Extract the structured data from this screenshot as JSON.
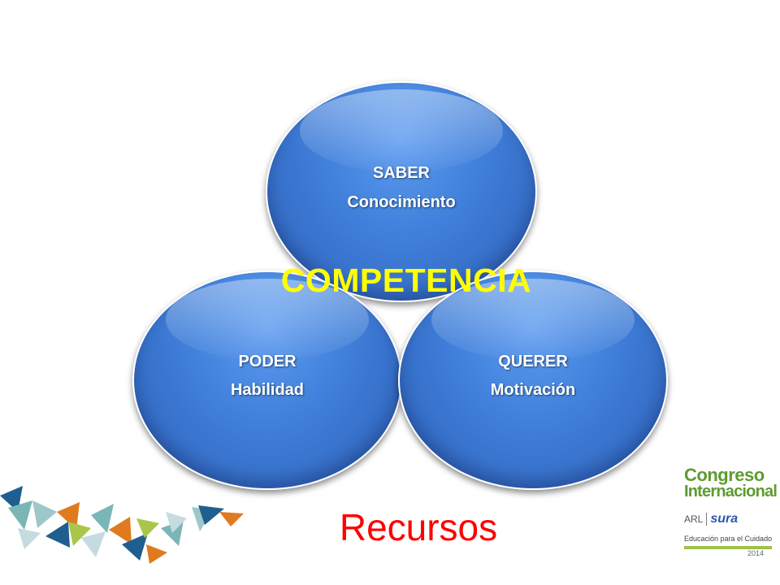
{
  "circles": {
    "saber": {
      "title": "SABER",
      "subtitle": "Conocimiento"
    },
    "poder": {
      "title": "PODER",
      "subtitle": "Habilidad"
    },
    "querer": {
      "title": "QUERER",
      "subtitle": "Motivación"
    }
  },
  "center_label": "COMPETENCIA",
  "bottom_label": "Recursos",
  "logo": {
    "line1": "Congreso",
    "line2": "Internacional",
    "arl": "ARL",
    "sura": "sura",
    "tagline": "Educación para el Cuidado",
    "year": "2014"
  },
  "colors": {
    "circle_blue": "#3f7ed9",
    "center_label": "#ffff00",
    "bottom_label": "#ff0000",
    "logo_green": "#5d9b2f",
    "pattern_blue": "#1f5f8f",
    "pattern_teal": "#7ab6b6",
    "pattern_orange": "#e07a1e",
    "pattern_lime": "#a8c64a"
  }
}
